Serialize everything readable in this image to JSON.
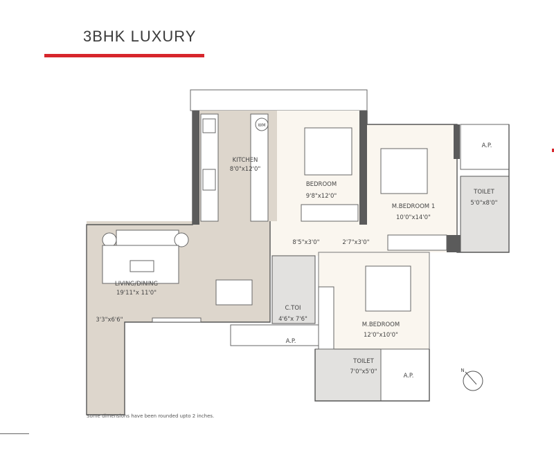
{
  "header": {
    "title": "3BHK LUXURY",
    "accent_color": "#d7262c"
  },
  "rooms": {
    "kitchen": {
      "name": "KITCHEN",
      "size": "8'0\"x12'0\""
    },
    "bedroom": {
      "name": "BEDROOM",
      "size": "9'8\"x12'0\""
    },
    "master_bedroom_1": {
      "name": "M.BEDROOM 1",
      "size": "10'0\"x14'0\""
    },
    "toilet_1": {
      "name": "TOILET",
      "size": "5'0\"x8'0\""
    },
    "ap_top": {
      "name": "A.P."
    },
    "passage_1": {
      "size": "8'5\"x3'0\""
    },
    "passage_2": {
      "size": "2'7\"x3'0\""
    },
    "living_dining": {
      "name": "LIVING/DINING",
      "size": "19'11\"x 11'0\""
    },
    "balcony": {
      "size": "3'3\"x6'6\""
    },
    "common_toilet": {
      "name": "C.TOI",
      "size": "4'6\"x 7'6\""
    },
    "ap_middle": {
      "name": "A.P."
    },
    "master_bedroom": {
      "name": "M.BEDROOM",
      "size": "12'0\"x10'0\""
    },
    "toilet_2": {
      "name": "TOILET",
      "size": "7'0\"x5'0\""
    },
    "ap_bottom": {
      "name": "A.P."
    }
  },
  "appliances": {
    "washing_machine": "WM"
  },
  "compass": {
    "label": "N",
    "icon": "north-arrow-icon"
  },
  "footer": {
    "note": "Some dimensions have been rounded upto 2 inches."
  },
  "colors": {
    "living_kitchen": "#ddd6cc",
    "bedrooms": "#faf6ef",
    "toilets": "#e2e1df",
    "walls": "#5b5b5b"
  }
}
